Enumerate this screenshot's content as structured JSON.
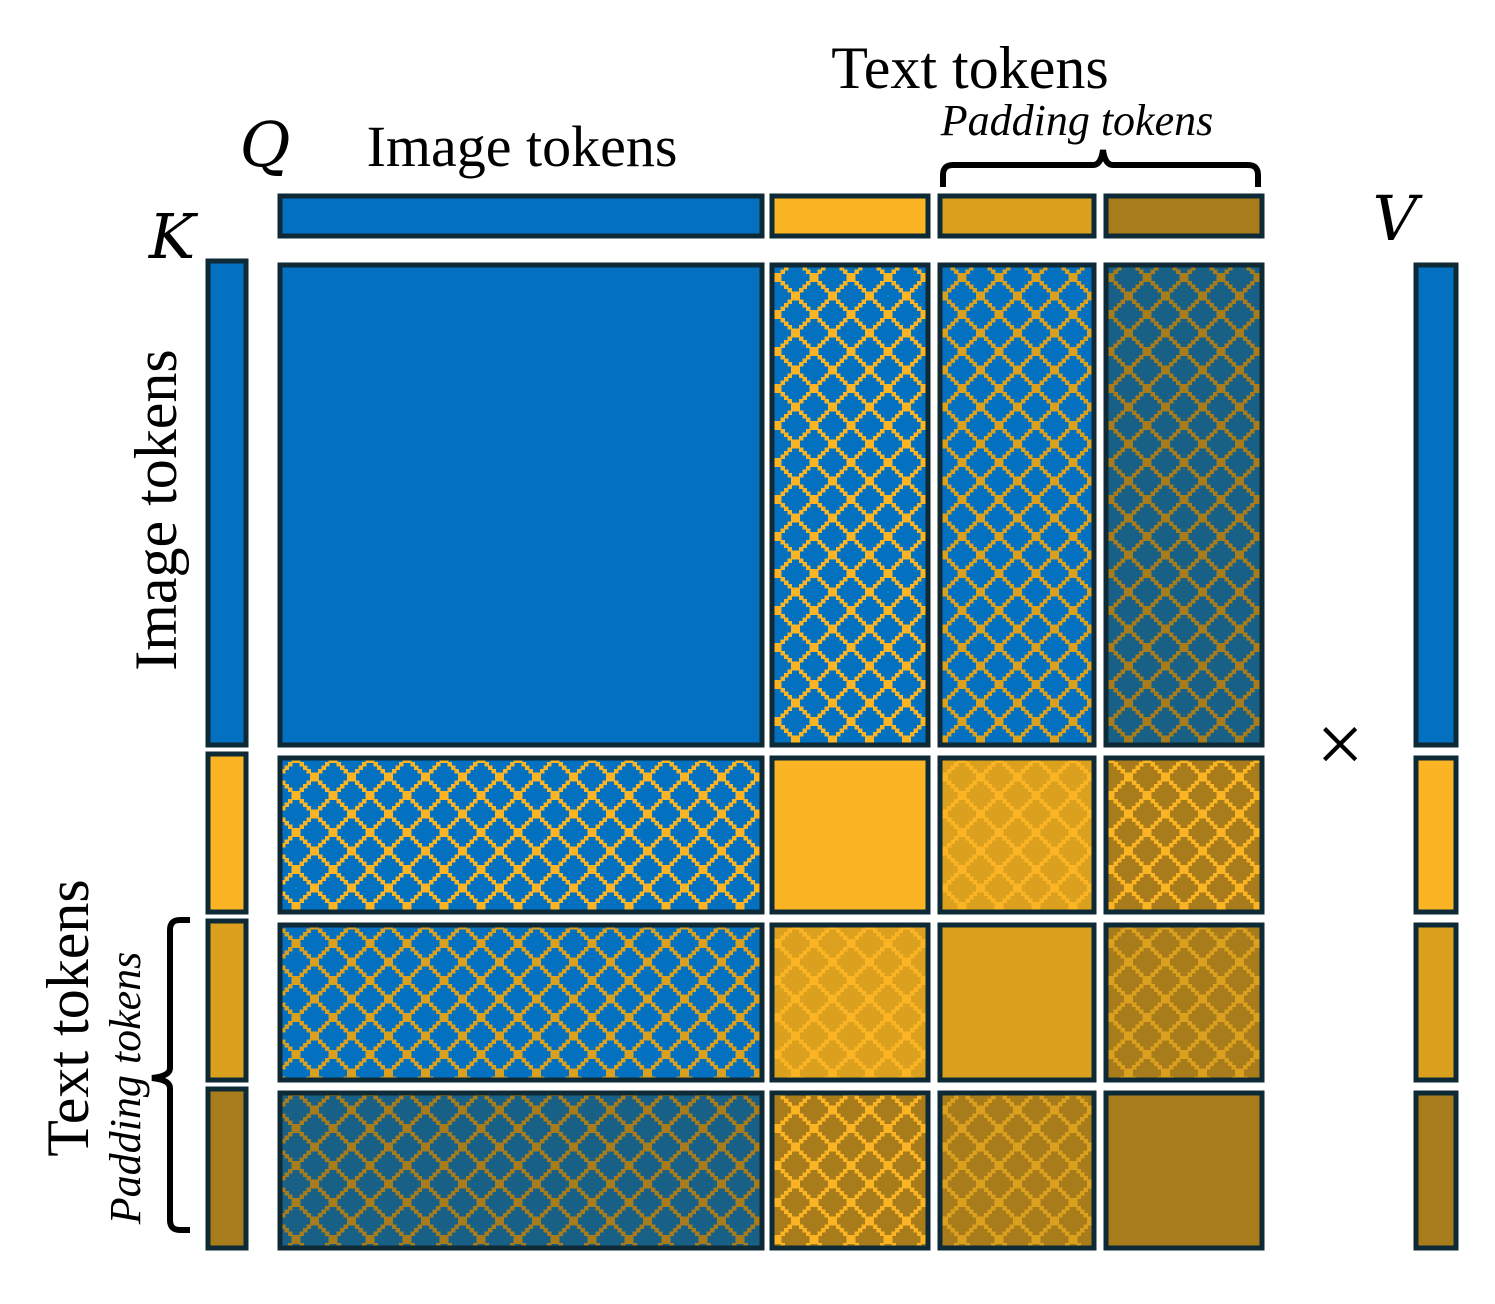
{
  "labels": {
    "q_symbol": "Q",
    "k_symbol": "K",
    "v_symbol": "V",
    "multiply_symbol": "×",
    "top_image_tokens": "Image tokens",
    "top_text_tokens": "Text tokens",
    "top_padding_tokens": "Padding tokens",
    "left_image_tokens": "Image tokens",
    "left_text_tokens": "Text tokens",
    "left_padding_tokens": "Padding tokens"
  },
  "colors": {
    "image": "#0470c0",
    "text": "#fbb424",
    "pad1": "#dba11e",
    "pad2": "#a97c1b",
    "border": "#0d2a36",
    "pattern_image_on_text": "#0470c0",
    "pattern_image_on_pad2": "#196087"
  },
  "token_groups": [
    "image",
    "text",
    "pad1",
    "pad2"
  ],
  "matrix": [
    [
      {
        "base": "image",
        "pattern": "none"
      },
      {
        "base": "text",
        "pattern": "image"
      },
      {
        "base": "pad1",
        "pattern": "image"
      },
      {
        "base": "pad2",
        "pattern": "image-dark"
      }
    ],
    [
      {
        "base": "text",
        "pattern": "image"
      },
      {
        "base": "text",
        "pattern": "none"
      },
      {
        "base": "text",
        "pattern": "pad1"
      },
      {
        "base": "text",
        "pattern": "pad2"
      }
    ],
    [
      {
        "base": "pad1",
        "pattern": "image"
      },
      {
        "base": "text",
        "pattern": "pad1"
      },
      {
        "base": "pad1",
        "pattern": "none"
      },
      {
        "base": "pad1",
        "pattern": "pad2"
      }
    ],
    [
      {
        "base": "pad2",
        "pattern": "image-dark"
      },
      {
        "base": "text",
        "pattern": "pad2"
      },
      {
        "base": "pad1",
        "pattern": "pad2"
      },
      {
        "base": "pad2",
        "pattern": "none"
      }
    ]
  ]
}
